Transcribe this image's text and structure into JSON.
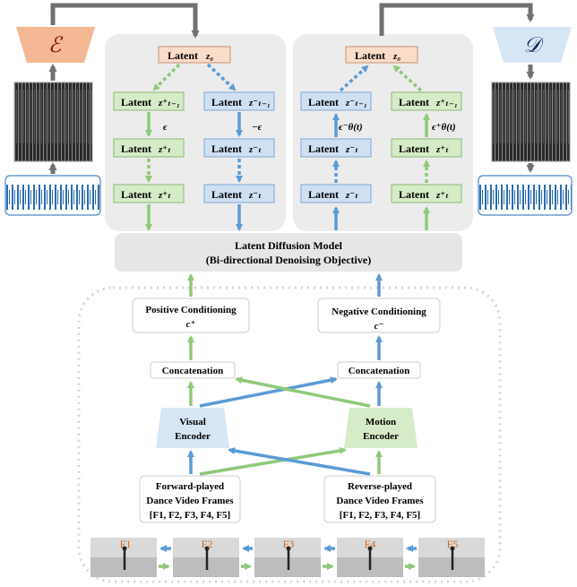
{
  "encoder_left": {
    "symbol": "ℰ"
  },
  "decoder_right": {
    "symbol": "𝒟"
  },
  "forward_panel": {
    "top": {
      "label": "Latent",
      "sub": "z₀"
    },
    "left_col": [
      {
        "label": "Latent",
        "sub": "z⁺ₜ₋₁"
      },
      {
        "label": "Latent",
        "sub": "z⁺ₜ"
      },
      {
        "label": "Latent",
        "sub": "z⁺ₜ"
      }
    ],
    "right_col": [
      {
        "label": "Latent",
        "sub": "z⁻ₜ₋₁"
      },
      {
        "label": "Latent",
        "sub": "z⁻ₜ"
      },
      {
        "label": "Latent",
        "sub": "z⁻ₜ"
      }
    ],
    "left_noise": "ϵ",
    "right_noise": "−ϵ"
  },
  "reverse_panel": {
    "top": {
      "label": "Latent",
      "sub": "z₀"
    },
    "left_col": [
      {
        "label": "Latent",
        "sub": "z⁻ₜ₋₁"
      },
      {
        "label": "Latent",
        "sub": "z⁻ₜ"
      },
      {
        "label": "Latent",
        "sub": "z⁻ₜ"
      }
    ],
    "right_col": [
      {
        "label": "Latent",
        "sub": "z⁺ₜ₋₁"
      },
      {
        "label": "Latent",
        "sub": "z⁺ₜ"
      },
      {
        "label": "Latent",
        "sub": "z⁺ₜ"
      }
    ],
    "left_noise": "ϵ⁻θ(t)",
    "right_noise": "ϵ⁺θ(t)"
  },
  "ldm": {
    "line1": "Latent Diffusion Model",
    "line2": "(Bi-directional Denoising Objective)"
  },
  "positive_conditioning": {
    "line1": "Positive Conditioning",
    "line2": "c⁺"
  },
  "negative_conditioning": {
    "line1": "Negative Conditioning",
    "line2": "c⁻"
  },
  "concat_left": "Concatenation",
  "concat_right": "Concatenation",
  "visual_encoder": {
    "line1": "Visual",
    "line2": "Encoder"
  },
  "motion_encoder": {
    "line1": "Motion",
    "line2": "Encoder"
  },
  "forward_frames": {
    "line1": "Forward-played",
    "line2": "Dance Video Frames",
    "line3": "[F1, F2, F3, F4, F5]"
  },
  "reverse_frames": {
    "line1": "Reverse-played",
    "line2": "Dance Video Frames",
    "line3": "[F1, F2, F3, F4, F5]"
  },
  "frames": [
    "F1",
    "F2",
    "F3",
    "F4",
    "F5"
  ],
  "colors": {
    "green": "#8fc97a",
    "blue": "#5b9bd5",
    "top_latent": "#fbdcc8",
    "green_latent": "#d6ebc7",
    "blue_latent": "#cfe0f3",
    "encoder_peach": "#f4b894",
    "decoder_blue": "#d7e6f5",
    "panel_gray": "#ececec",
    "frame_label": "#d2691e"
  }
}
